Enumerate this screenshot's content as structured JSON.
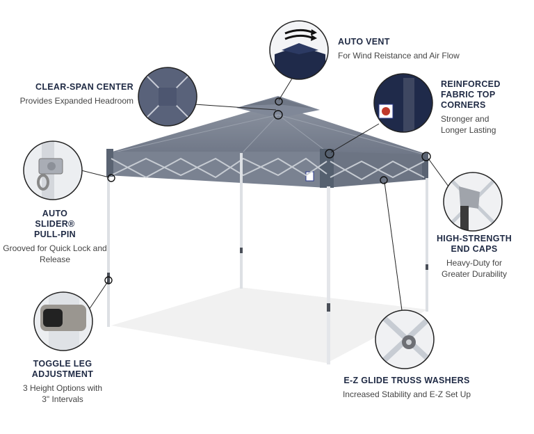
{
  "features": {
    "auto_vent": {
      "title": "AUTO VENT",
      "desc": "For Wind Reistance and Air Flow"
    },
    "clear_span": {
      "title": "CLEAR-SPAN CENTER",
      "desc": "Provides Expanded Headroom"
    },
    "reinforced": {
      "title": "REINFORCED FABRIC TOP CORNERS",
      "desc": "Stronger and Longer Lasting"
    },
    "auto_slider": {
      "title": "AUTO SLIDER® PULL-PIN",
      "desc": "Grooved for Quick Lock and Release"
    },
    "end_caps": {
      "title": "HIGH-STRENGTH END CAPS",
      "desc": "Heavy-Duty for Greater Durability"
    },
    "toggle_leg": {
      "title": "TOGGLE LEG ADJUSTMENT",
      "desc": "3 Height Options with 3\" Intervals"
    },
    "truss_washers": {
      "title": "E-Z GLIDE TRUSS WASHERS",
      "desc": "Increased Stability and E-Z Set Up"
    }
  },
  "colors": {
    "canopy": "#7d8594",
    "navy": "#1f2a4a",
    "frame": "#d9dce0",
    "title_text": "#1f2a44"
  }
}
